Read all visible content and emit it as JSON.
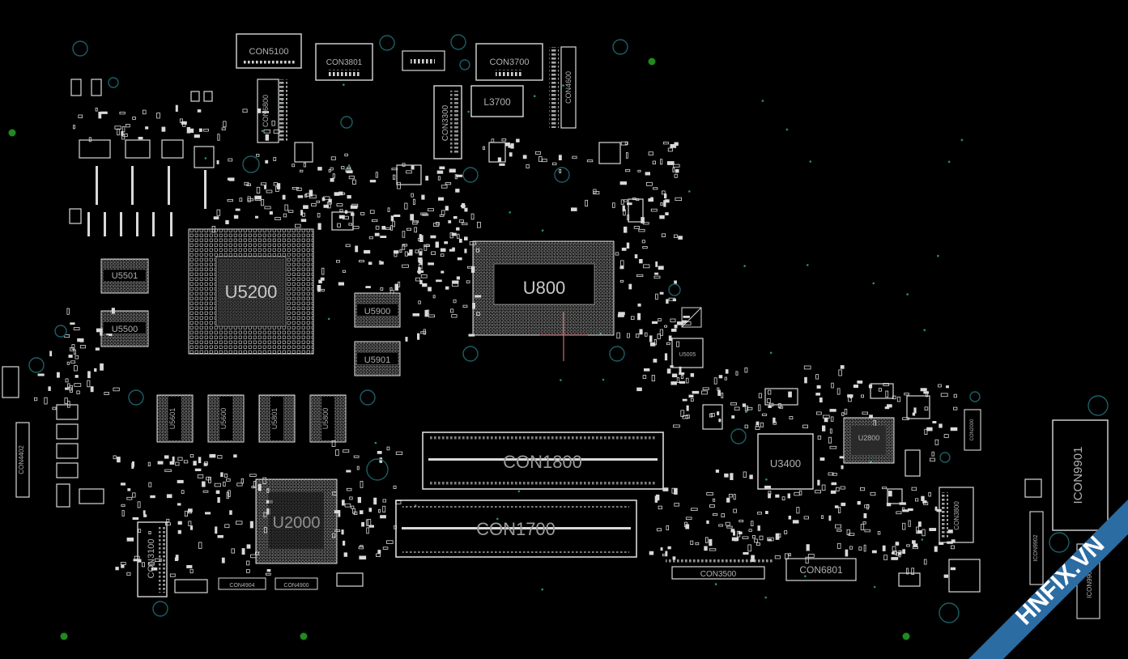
{
  "colors": {
    "background": "#000000",
    "outline": "#d9d9d9",
    "component_fill": "#1a1a1a",
    "label": "#b0b0b0",
    "mount_hole": "#1c5f66",
    "fiducial": "#1f8a1f",
    "crosshair": "#c86a6a",
    "watermark_band": "#2b6ca3",
    "watermark_text": "#ffffff"
  },
  "components": {
    "con5100": "CON5100",
    "con3801": "CON3801",
    "con3700": "CON3700",
    "con4600": "CON4600",
    "con6800": "CON6800",
    "l3700": "L3700",
    "con3300": "CON3300",
    "u5200": "U5200",
    "u800": "U800",
    "u5501": "U5501",
    "u5500": "U5500",
    "u5900": "U5900",
    "u5901": "U5901",
    "u5005": "U5005",
    "u5601": "U5601",
    "u5600": "U5600",
    "u5801": "U5801",
    "u5800": "U5800",
    "con1800": "CON1800",
    "con1700": "CON1700",
    "u2000": "U2000",
    "con3100": "CON3100",
    "con4904": "CON4904",
    "con4900": "CON4900",
    "con4402": "CON4402",
    "con3500": "CON3500",
    "con6801": "CON6801",
    "u3400": "U3400",
    "u2800": "U2800",
    "con3800": "CON3800",
    "con2000": "CON2000",
    "icon9901": "ICON9901",
    "icon9902": "ICON9902",
    "icon9903": "ICON9903"
  },
  "watermark": {
    "text": "HNFIX.VN"
  }
}
